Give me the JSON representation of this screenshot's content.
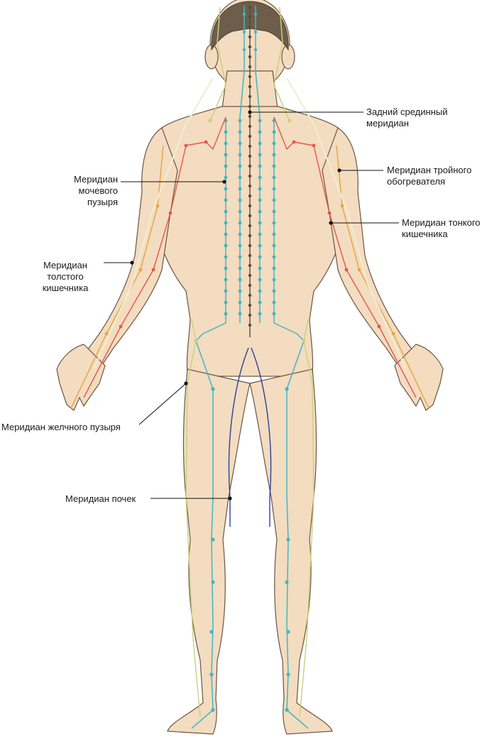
{
  "labels": {
    "governor": [
      "Задний срединный",
      "меридиан"
    ],
    "bladder": [
      "Меридиан",
      "мочевого",
      "пузыря"
    ],
    "triple_burner": [
      "Меридиан тройного",
      "обогревателя"
    ],
    "small_intestine": [
      "Меридиан тонкого",
      "кишечника"
    ],
    "large_intestine": [
      "Меридиан",
      "толстого",
      "кишечника"
    ],
    "gallbladder": [
      "Меридиан желчного пузыря"
    ],
    "kidney": [
      "Меридиан почек"
    ]
  },
  "colors": {
    "skin": "#f3dcc0",
    "skin_shadow": "#e2c09d",
    "outline": "#6b5544",
    "hair": "#6d5e4b",
    "bladder_line": "#3fb6c2",
    "governor_line": "#5a4b3c",
    "kidney_line": "#2d3f9c",
    "small_intestine_line": "#e2584a",
    "large_intestine_line": "#e7a43a",
    "triple_burner_line": "#f1ecd4",
    "gallbladder_line": "#c9d27a",
    "leader_line": "#111111"
  }
}
